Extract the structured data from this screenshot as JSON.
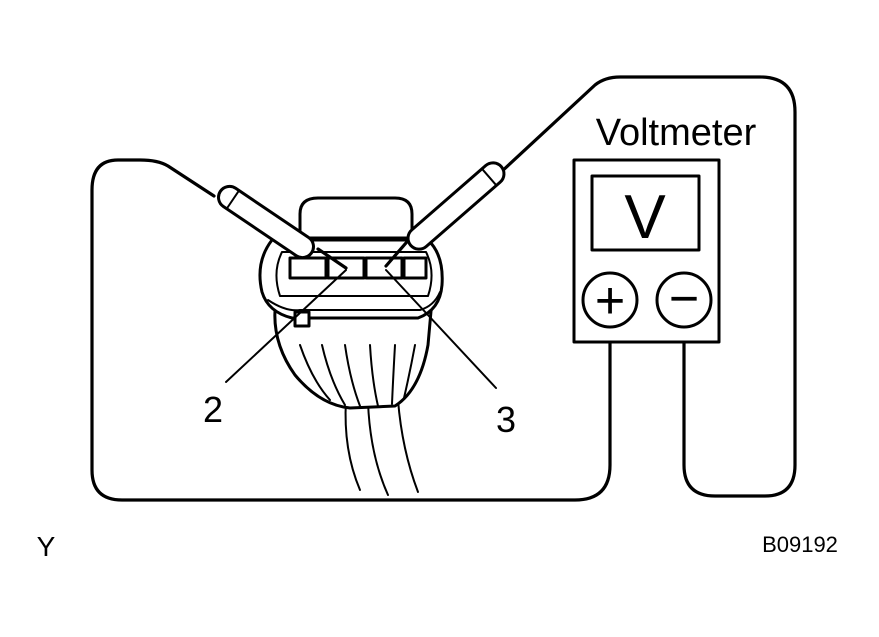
{
  "diagram": {
    "meter_label": "Voltmeter",
    "meter_display": "V",
    "terminal_labels": [
      "2",
      "3"
    ],
    "corner_letter": "Y",
    "figure_code": "B09192",
    "plus_symbol": "+",
    "minus_symbol": "−"
  }
}
